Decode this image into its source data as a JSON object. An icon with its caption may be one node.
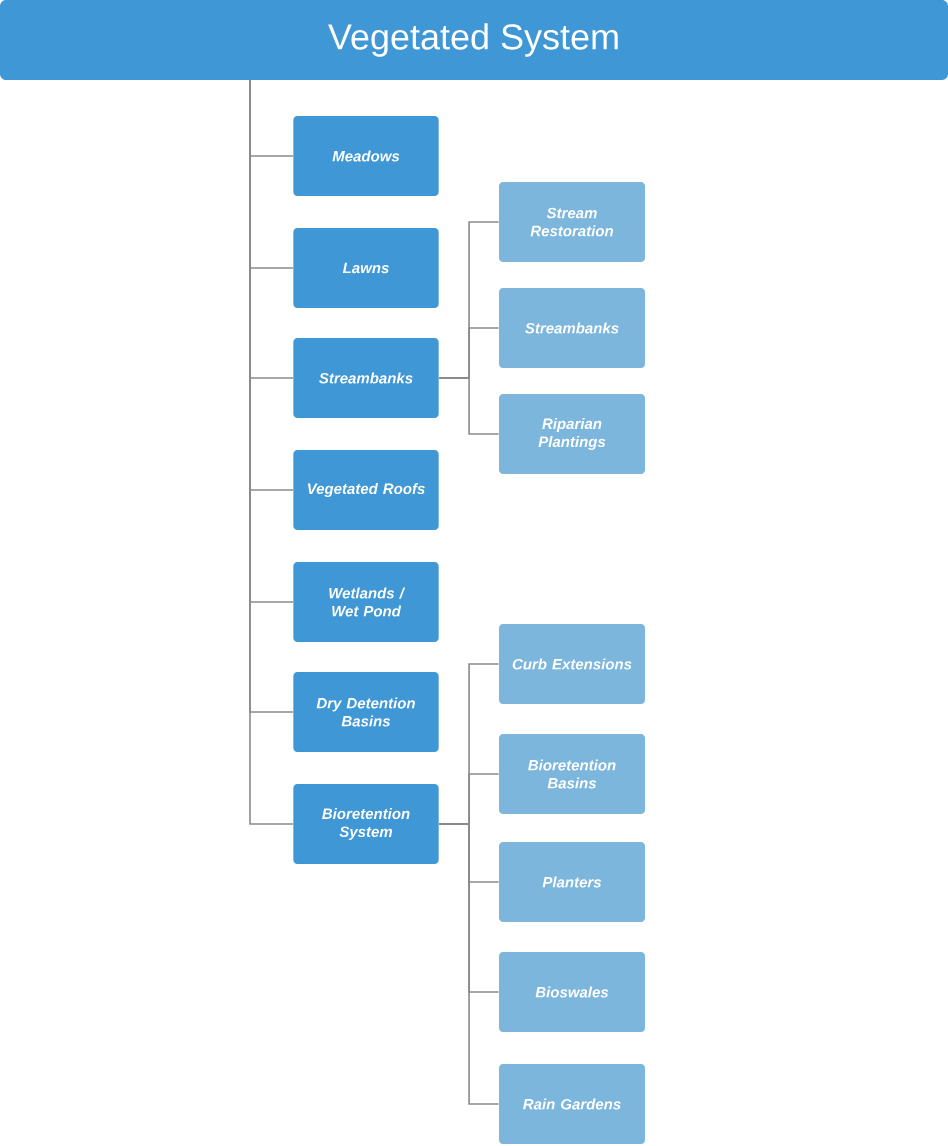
{
  "diagram": {
    "nodes": [
      {
        "text": [
          "Vegetated System"
        ]
      },
      {
        "text": [
          "Meadows"
        ]
      },
      {
        "text": [
          "Lawns"
        ]
      },
      {
        "text": [
          "Streambanks"
        ]
      },
      {
        "text": [
          "Stream Restoration"
        ]
      },
      {
        "text": [
          "Streambanks"
        ]
      },
      {
        "text": [
          "Riparian Plantings"
        ]
      },
      {
        "text": [
          "Vegetated Roofs"
        ]
      },
      {
        "text": [
          "Wetlands / Wet Pond"
        ]
      },
      {
        "text": [
          "Dry Detention Basins"
        ]
      },
      {
        "text": [
          "Bioretention System"
        ]
      },
      {
        "text": [
          "Curb Extensions"
        ]
      },
      {
        "text": [
          "Bioretention Basins"
        ]
      },
      {
        "text": [
          "Planters"
        ]
      },
      {
        "text": [
          "Bioswales"
        ]
      },
      {
        "text": [
          "Rain Gardens"
        ]
      }
    ],
    "edges": [
      {
        "from": 0,
        "to": 1,
        "arrow": "none"
      },
      {
        "from": 0,
        "to": 2,
        "arrow": "none"
      },
      {
        "from": 0,
        "to": 3,
        "arrow": "none"
      },
      {
        "from": 3,
        "to": 4,
        "arrow": "none"
      },
      {
        "from": 3,
        "to": 5,
        "arrow": "none"
      },
      {
        "from": 3,
        "to": 6,
        "arrow": "none"
      },
      {
        "from": 0,
        "to": 7,
        "arrow": "none"
      },
      {
        "from": 0,
        "to": 8,
        "arrow": "none"
      },
      {
        "from": 0,
        "to": 9,
        "arrow": "none"
      },
      {
        "from": 0,
        "to": 10,
        "arrow": "none"
      },
      {
        "from": 10,
        "to": 11,
        "arrow": "none"
      },
      {
        "from": 10,
        "to": 12,
        "arrow": "none"
      },
      {
        "from": 10,
        "to": 13,
        "arrow": "none"
      },
      {
        "from": 10,
        "to": 14,
        "arrow": "none"
      },
      {
        "from": 10,
        "to": 15,
        "arrow": "none"
      }
    ]
  }
}
